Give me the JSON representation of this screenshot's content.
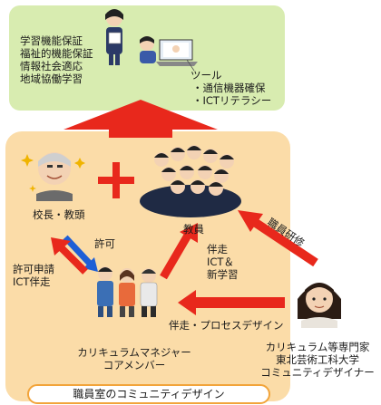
{
  "top_panel": {
    "goals": [
      "学習機能保証",
      "福祉的機能保証",
      "情報社会適応",
      "地域協働学習"
    ],
    "tool": {
      "heading": "ツール",
      "items": [
        "・通信機器確保",
        "・ICTリテラシー"
      ]
    }
  },
  "roles": {
    "principal": "校長・教頭",
    "teachers": "教員",
    "curriculum_core": [
      "カリキュラムマネジャー",
      "コアメンバー"
    ],
    "expert": [
      "カリキュラム等専門家",
      "東北芸術工科大学",
      "コミュニティデザイナー"
    ]
  },
  "arrows": {
    "permission": "許可",
    "request": [
      "許可申請",
      "ICT伴走"
    ],
    "support_teachers": [
      "伴走",
      "ICT＆",
      "新学習"
    ],
    "staff_training": "職員研修",
    "process_design": "伴走・プロセスデザイン"
  },
  "footer": {
    "label": "職員室のコミュニティデザイン"
  },
  "colors": {
    "top_panel": "#d8ecb0",
    "bottom_panel": "#fbdca8",
    "arrow_red": "#e8281c",
    "arrow_blue": "#1f5fd6",
    "footer_border": "#f2a43a"
  }
}
